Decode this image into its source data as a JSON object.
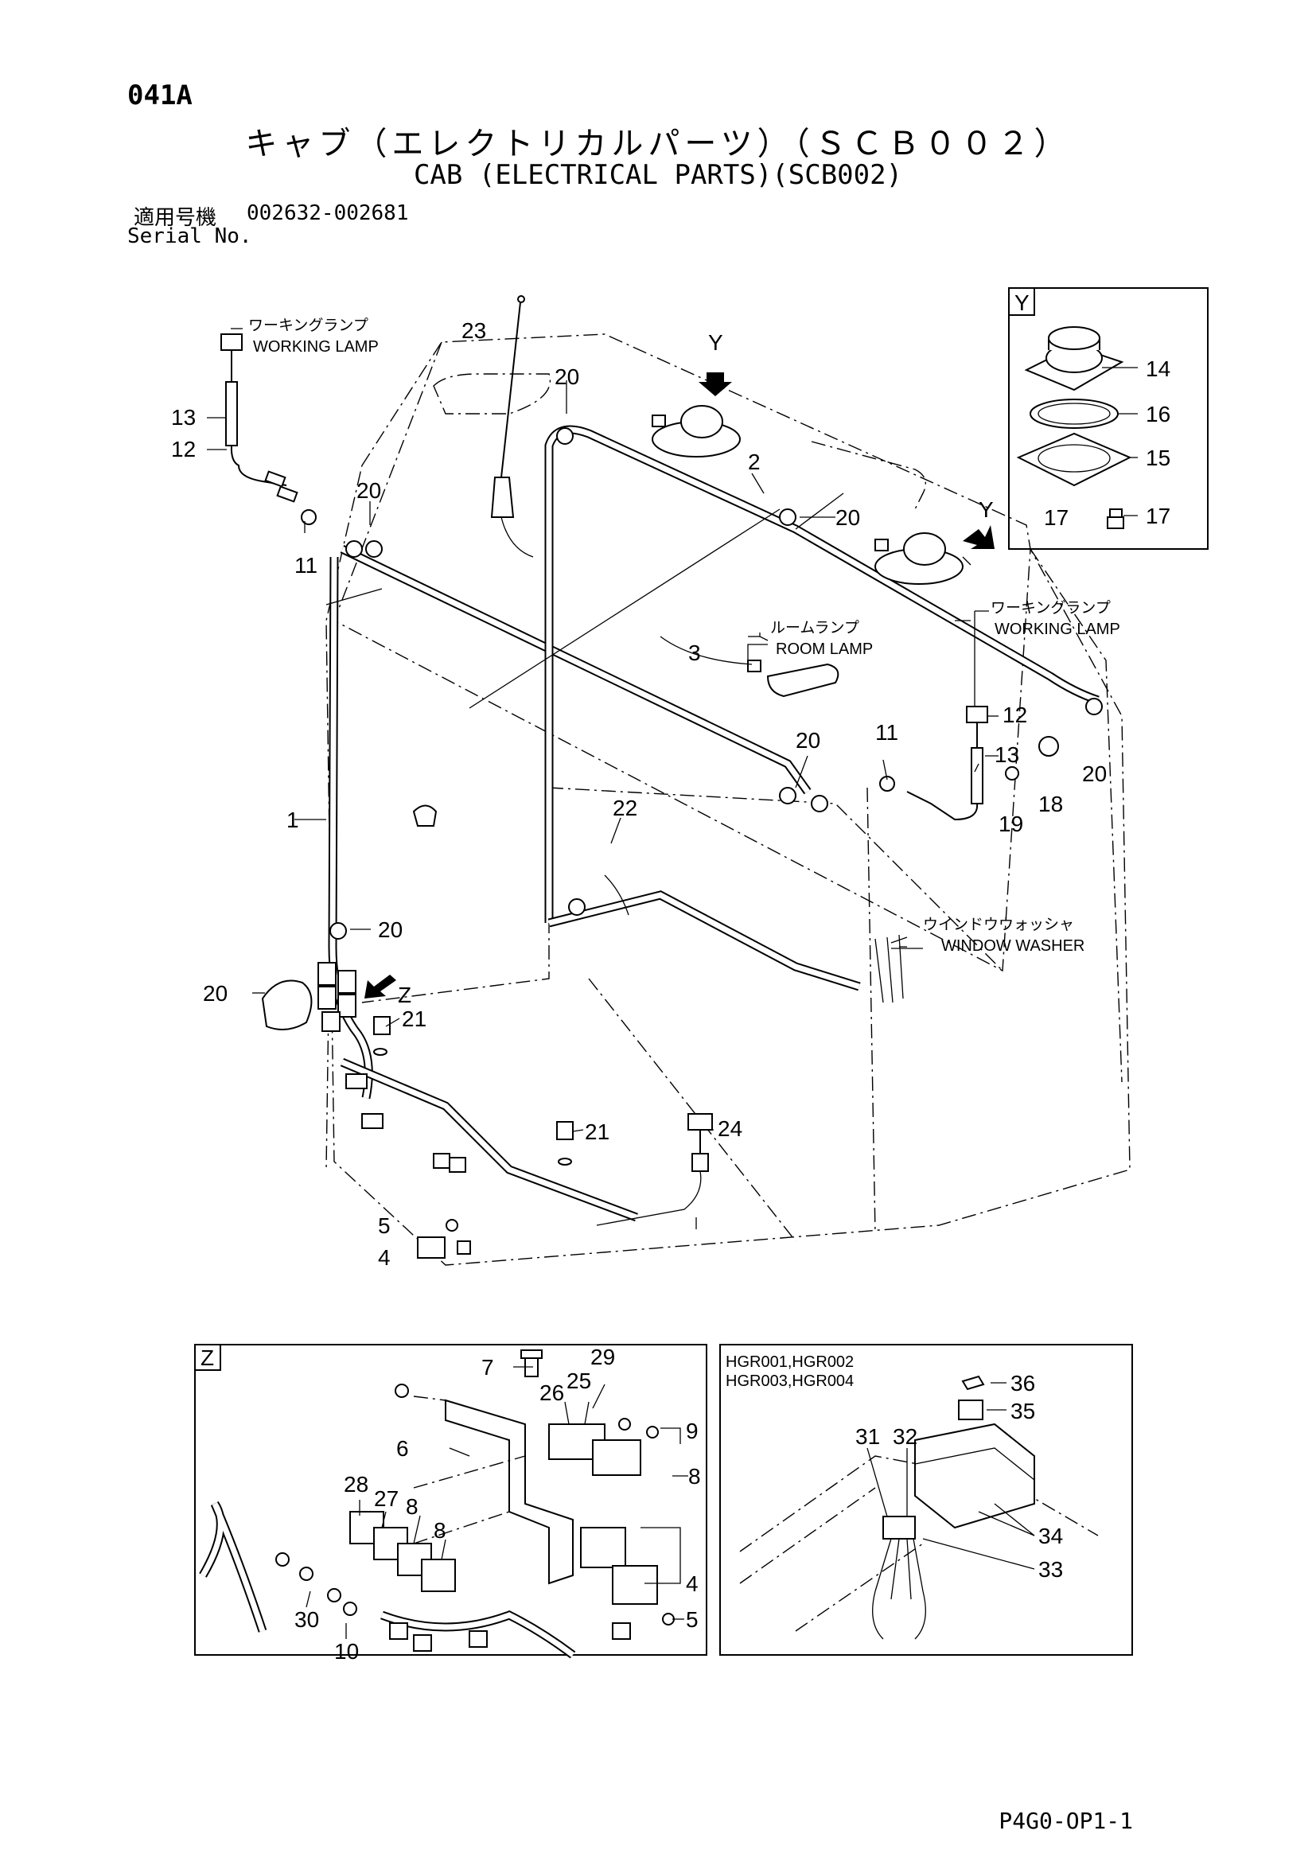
{
  "header": {
    "page_code": "041A",
    "title_jp": "キャブ（エレクトリカルパーツ）（ＳＣＢ００２）",
    "title_en": "CAB (ELECTRICAL PARTS)(SCB002)",
    "serial_label_jp": "適用号機",
    "serial_range": "002632-002681",
    "serial_label_en": "Serial No."
  },
  "main_view": {
    "callouts": [
      "1",
      "2",
      "3",
      "4",
      "5",
      "11",
      "11",
      "12",
      "12",
      "13",
      "13",
      "17",
      "18",
      "19",
      "20",
      "20",
      "20",
      "20",
      "20",
      "20",
      "20",
      "21",
      "21",
      "22",
      "23",
      "24",
      "Y",
      "Y",
      "Z"
    ],
    "captions": {
      "working_lamp_jp": "ワーキングランプ",
      "working_lamp_en": "WORKING LAMP",
      "room_lamp_jp": "ルームランプ",
      "room_lamp_en": "ROOM LAMP",
      "window_washer_jp": "ウインドウウォッシャ",
      "window_washer_en": "WINDOW WASHER"
    }
  },
  "detail_y": {
    "label": "Y",
    "callouts": [
      "14",
      "16",
      "15",
      "17"
    ]
  },
  "detail_z": {
    "label": "Z",
    "callouts": [
      "7",
      "29",
      "26",
      "25",
      "9",
      "6",
      "8",
      "28",
      "27",
      "8",
      "8",
      "4",
      "5",
      "30",
      "10"
    ]
  },
  "detail_hgr": {
    "models_line1": "HGR001,HGR002",
    "models_line2": "HGR003,HGR004",
    "callouts": [
      "36",
      "35",
      "31",
      "32",
      "34",
      "33"
    ]
  },
  "footer": {
    "code": "P4G0-OP1-1"
  }
}
